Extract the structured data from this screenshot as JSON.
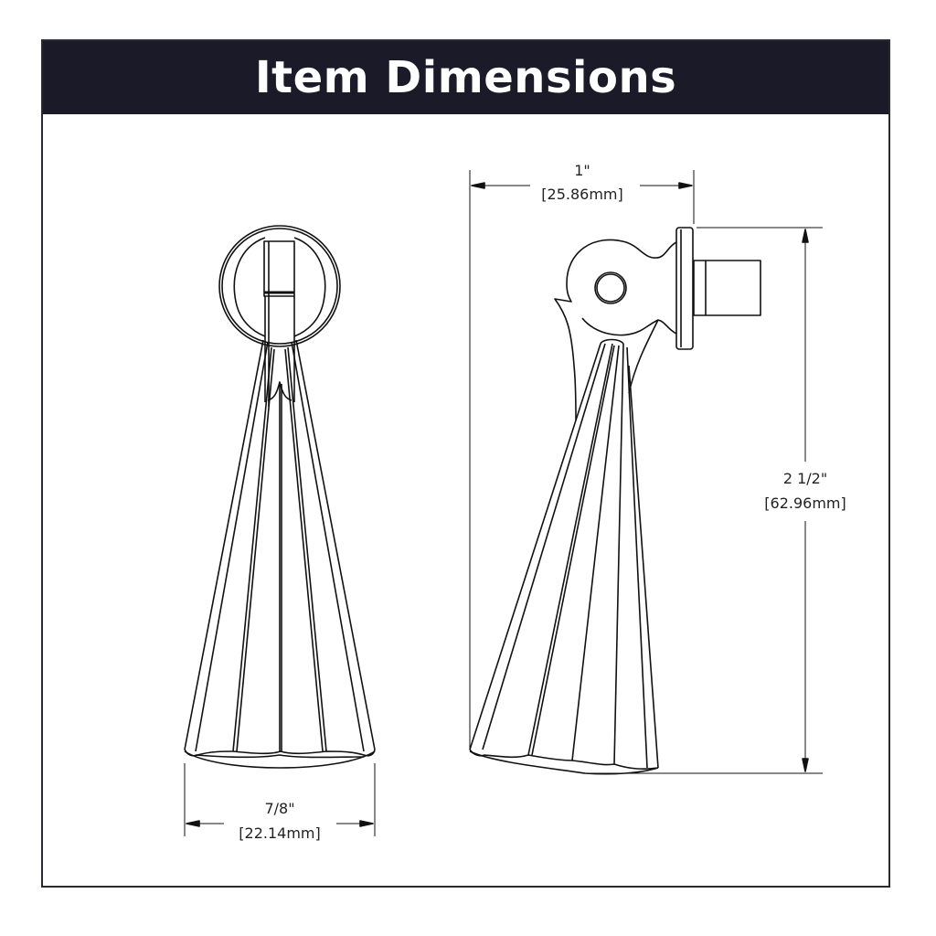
{
  "header": {
    "title": "Item Dimensions"
  },
  "dimensions": {
    "depth": {
      "imperial": "1\"",
      "metric": "[25.86mm]"
    },
    "height": {
      "imperial": "2 1/2\"",
      "metric": "[62.96mm]"
    },
    "width": {
      "imperial": "7/8\"",
      "metric": "[22.14mm]"
    }
  },
  "views": {
    "front": "front-view",
    "side": "side-view"
  },
  "colors": {
    "header_bg": "#1b1a28",
    "header_text": "#ffffff",
    "line": "#111111",
    "frame": "#2a2a33"
  }
}
